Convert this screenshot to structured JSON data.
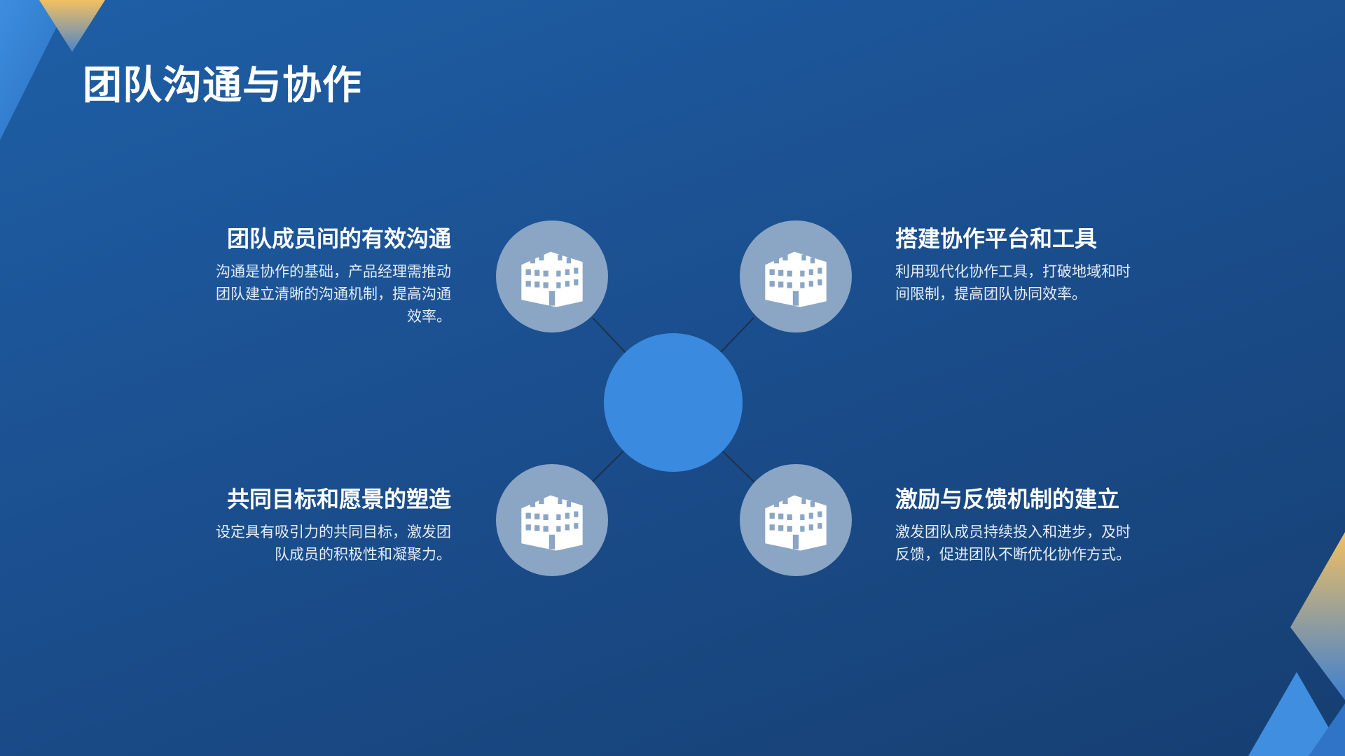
{
  "slide": {
    "title": "团队沟通与协作"
  },
  "colors": {
    "background": "#1b4f8f",
    "hub": "#3a8ae0",
    "icon_circle": "#8aa6c4",
    "accent_gold": "#f2c062",
    "accent_blue": "#3f8ee0"
  },
  "items": [
    {
      "title": "团队成员间的有效沟通",
      "description": "沟通是协作的基础，产品经理需推动团队建立清晰的沟通机制，提高沟通效率。",
      "icon": "building-icon"
    },
    {
      "title": "搭建协作平台和工具",
      "description": "利用现代化协作工具，打破地域和时间限制，提高团队协同效率。",
      "icon": "building-icon"
    },
    {
      "title": "共同目标和愿景的塑造",
      "description": "设定具有吸引力的共同目标，激发团队成员的积极性和凝聚力。",
      "icon": "building-icon"
    },
    {
      "title": "激励与反馈机制的建立",
      "description": "激发团队成员持续投入和进步，及时反馈，促进团队不断优化协作方式。",
      "icon": "building-icon"
    }
  ]
}
